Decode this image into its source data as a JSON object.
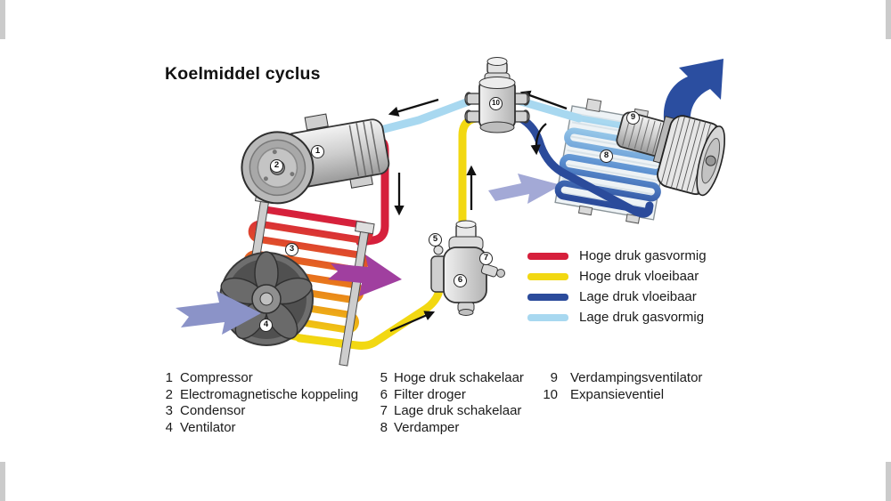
{
  "title": "Koelmiddel cyclus",
  "colors": {
    "hp_gas": "#d6203c",
    "hp_liquid": "#f2d812",
    "lp_liquid": "#2b4b9b",
    "lp_gas": "#a8d8f0",
    "condenser_mid": "#e8741c",
    "evap_mid": "#5b8fd0",
    "air_in": "#8b93c8",
    "air_in_evap": "#a3a9d6",
    "air_hot_out": "#a03f9f",
    "air_blow_out": "#2b4ea0",
    "flow_arrow": "#111111"
  },
  "legend": {
    "items": [
      {
        "label": "Hoge druk gasvormig",
        "color": "#d6203c"
      },
      {
        "label": "Hoge druk vloeibaar",
        "color": "#f2d812"
      },
      {
        "label": "Lage druk vloeibaar",
        "color": "#2b4b9b"
      },
      {
        "label": "Lage druk gasvormig",
        "color": "#a8d8f0"
      }
    ]
  },
  "components": [
    {
      "number": "1",
      "label": "Compressor"
    },
    {
      "number": "2",
      "label": "Electromagnetische koppeling"
    },
    {
      "number": "3",
      "label": "Condensor"
    },
    {
      "number": "4",
      "label": "Ventilator"
    },
    {
      "number": "5",
      "label": "Hoge druk schakelaar"
    },
    {
      "number": "6",
      "label": "Filter droger"
    },
    {
      "number": "7",
      "label": "Lage druk schakelaar"
    },
    {
      "number": "8",
      "label": "Verdamper"
    },
    {
      "number": "9",
      "label": "Verdampingsventilator"
    },
    {
      "number": "10",
      "label": "Expansieventiel"
    }
  ]
}
